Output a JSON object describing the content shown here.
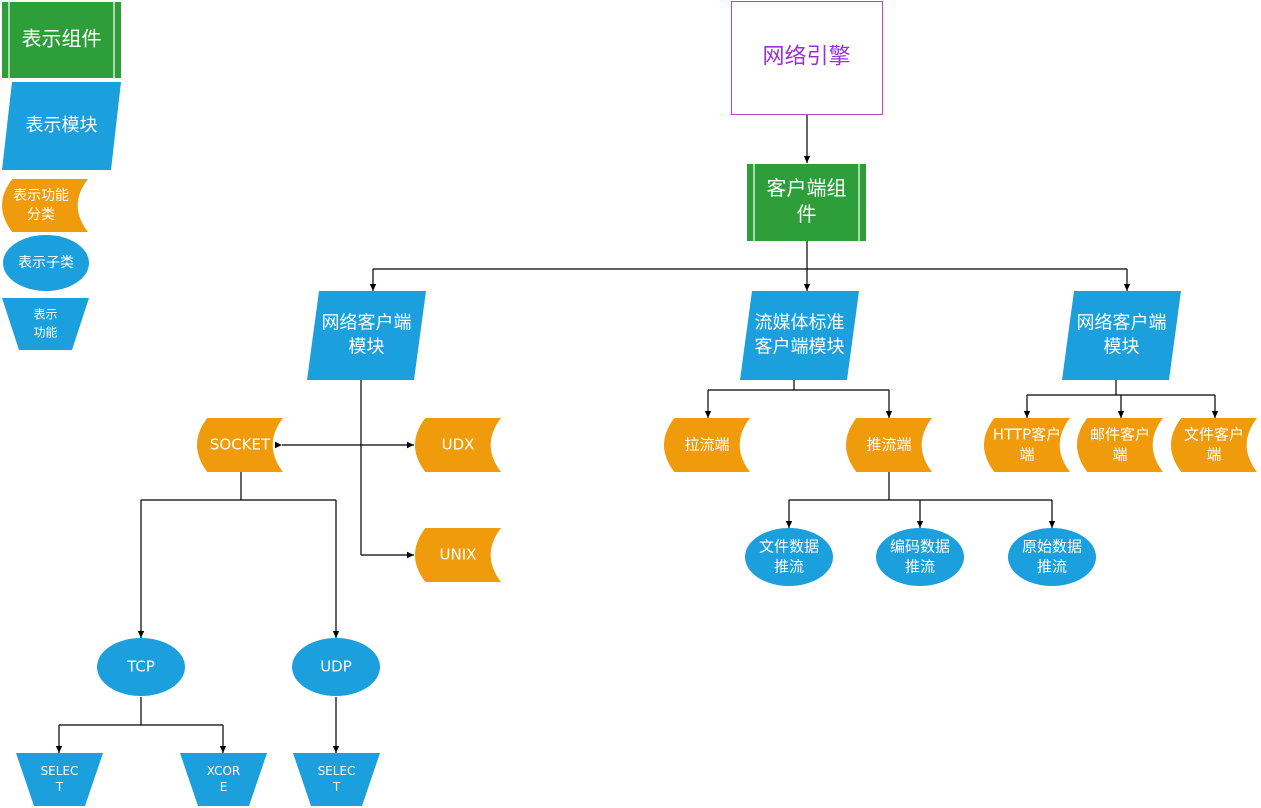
{
  "colors": {
    "component_green": "#2E9E3A",
    "module_blue": "#1B9FDD",
    "category_orange": "#F09B0C",
    "engine_border": "#C040D0",
    "engine_text": "#9B30D9",
    "line": "#000000",
    "white_text": "#ffffff"
  },
  "legend": {
    "component": [
      "表示组件"
    ],
    "module": [
      "表示模块"
    ],
    "category": [
      "表示功能",
      "分类"
    ],
    "subclass": [
      "表示子类"
    ],
    "function": [
      "表示",
      "功能"
    ]
  },
  "nodes": {
    "engine": [
      "网络引擎"
    ],
    "client_component": [
      "客户端组",
      "件"
    ],
    "net_client_module_a": [
      "网络客户端",
      "模块"
    ],
    "stream_module": [
      "流媒体标准",
      "客户端模块"
    ],
    "net_client_module_b": [
      "网络客户端",
      "模块"
    ],
    "socket": [
      "SOCKET"
    ],
    "udx": [
      "UDX"
    ],
    "unix": [
      "UNIX"
    ],
    "pull_end": [
      "拉流端"
    ],
    "push_end": [
      "推流端"
    ],
    "http_client": [
      "HTTP客户",
      "端"
    ],
    "mail_client": [
      "邮件客户",
      "端"
    ],
    "file_client": [
      "文件客户",
      "端"
    ],
    "file_push": [
      "文件数据",
      "推流"
    ],
    "encode_push": [
      "编码数据",
      "推流"
    ],
    "raw_push": [
      "原始数据",
      "推流"
    ],
    "tcp": [
      "TCP"
    ],
    "udp": [
      "UDP"
    ],
    "tcp_select": [
      "SELEC",
      "T"
    ],
    "tcp_xcore": [
      "XCOR",
      "E"
    ],
    "udp_select": [
      "SELEC",
      "T"
    ]
  }
}
